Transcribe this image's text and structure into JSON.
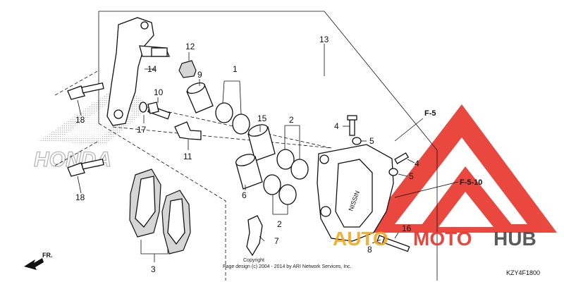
{
  "diagram": {
    "part_labels": {
      "p1": "1",
      "p2a": "2",
      "p2b": "2",
      "p3": "3",
      "p4a": "4",
      "p4b": "4",
      "p5a": "5",
      "p5b": "5",
      "p6": "6",
      "p7": "7",
      "p8": "8",
      "p9": "9",
      "p10": "10",
      "p11": "11",
      "p12": "12",
      "p13": "13",
      "p14": "14",
      "p15": "15",
      "p16": "16",
      "p17": "17",
      "p18a": "18",
      "p18b": "18"
    },
    "refs": {
      "f5": "F-5",
      "f510": "F-5-10"
    },
    "fr_label": "FR.",
    "copyright": [
      "Copyright",
      "Page design (c) 2004 - 2014 by ARI Network Services, Inc."
    ],
    "diagram_code": "KZY4F1800"
  },
  "watermarks": {
    "left": "HONDA",
    "right_a": "AUTO",
    "right_b": "MOTO",
    "right_c": "HUB"
  },
  "colors": {
    "watermark_red": "#e8352b",
    "watermark_orange": "#f3a81b",
    "watermark_dark": "#4a4a4a",
    "honda_dots": "#b8b8b8"
  }
}
